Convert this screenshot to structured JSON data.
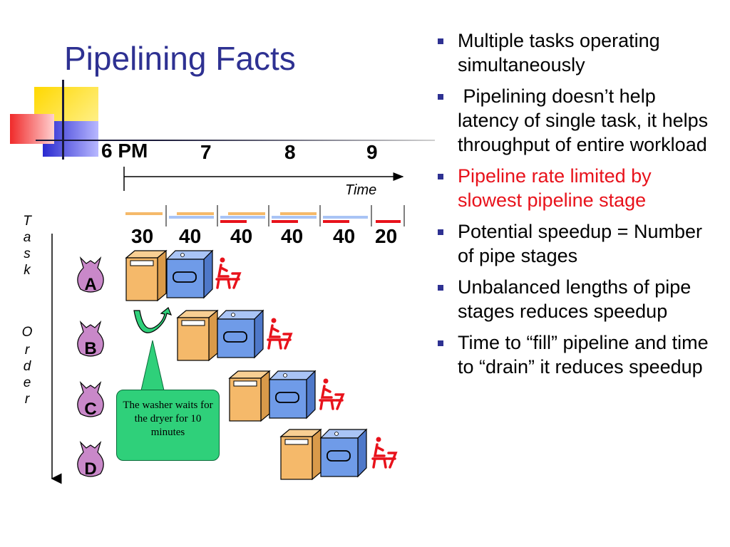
{
  "slide": {
    "title": "Pipelining Facts",
    "bullets": [
      {
        "text": "Multiple tasks operating simultaneously",
        "color": "#000000"
      },
      {
        "text": " Pipelining doesn’t help latency of single task, it helps throughput of entire workload",
        "color": "#000000"
      },
      {
        "text": "Pipeline rate limited by slowest pipeline stage",
        "color": "#e8121b"
      },
      {
        "text": "Potential speedup = Number of pipe stages",
        "color": "#000000"
      },
      {
        "text": "Unbalanced lengths of pipe stages reduces speedup",
        "color": "#000000"
      },
      {
        "text": "Time to “fill” pipeline and time to “drain” it reduces speedup",
        "color": "#000000"
      }
    ]
  },
  "diagram": {
    "hours": [
      "6 PM",
      "7",
      "8",
      "9"
    ],
    "time_label": "Time",
    "durations": [
      "30",
      "40",
      "40",
      "40",
      "40",
      "20"
    ],
    "axis_label": [
      "T",
      "a",
      "s",
      "k",
      "",
      "O",
      "r",
      "d",
      "e",
      "r"
    ],
    "tasks": [
      "A",
      "B",
      "C",
      "D"
    ],
    "callout": "The washer waits for the dryer for 10 minutes",
    "colors": {
      "title": "#2e3192",
      "bullet": "#2e3192",
      "highlight": "#e8121b",
      "washer": "#f5b96a",
      "dryer": "#6f9be8",
      "folder": "#e8121b",
      "bag": "#c988c9",
      "callout": "#2fd07a",
      "deco_yellow": "#ffe94a",
      "deco_red": "#f24a4a",
      "deco_blue": "#3b3bd9"
    }
  }
}
